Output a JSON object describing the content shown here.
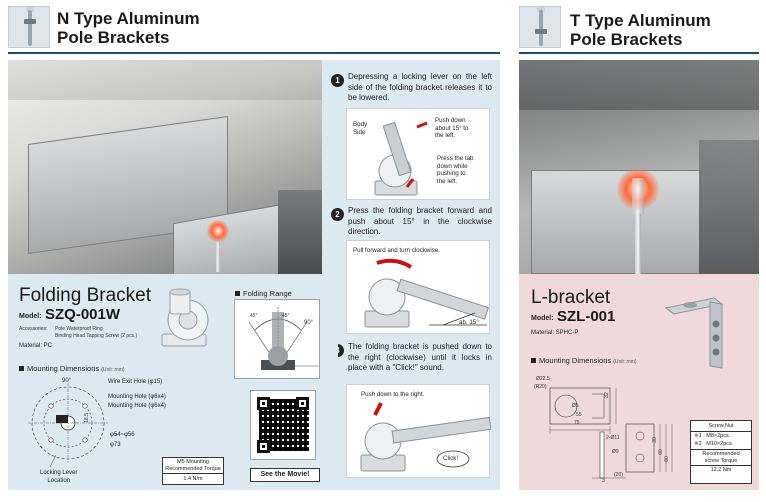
{
  "left_header": {
    "title_line1": "N Type Aluminum",
    "title_line2": "Pole Brackets"
  },
  "right_header": {
    "title_line1": "T Type Aluminum",
    "title_line2": "Pole Brackets"
  },
  "folding": {
    "title": "Folding Bracket",
    "model_label": "Model:",
    "model": "SZQ-001W",
    "accessories_label": "Accessories:",
    "accessories_line1": "Pole Waterproof Ring",
    "accessories_line2": "Binding Head Tapping Screw (2 pcs.)",
    "material": "Material: PC",
    "range_title": "Folding Range",
    "range_labels": [
      "45°",
      "45°",
      "90°"
    ],
    "dims_title": "Mounting Dimensions",
    "dims_unit": "(Unit: mm)",
    "dim_angle": "90°",
    "dim_wire": "Wire Exit Hole (φ15)",
    "dim_mount1": "Mounting Hole (φ6x4)",
    "dim_mount2": "Mounting Hole (φ6x4)",
    "dim_185": "18.5",
    "dim_d54": "φ54~φ56",
    "dim_d73": "φ73",
    "lever_line1": "Locking Lever",
    "lever_line2": "Location",
    "torque_header1": "M5 Mounting",
    "torque_header2": "Recommended Torque",
    "torque_value": "1.4 N/m",
    "movie_label": "See the Movie!"
  },
  "steps": [
    {
      "num": "1",
      "text": "Depressing a locking lever on the left side of the folding bracket releases it to be lowered."
    },
    {
      "num": "2",
      "text": "Press the folding bracket forward and push about 15° in the clockwise direction."
    },
    {
      "num": "3",
      "text": "The folding bracket is pushed down to the right (clockwise) until it locks in place with a \"Click!\" sound."
    }
  ],
  "step1_notes": {
    "body_side_line1": "Body",
    "body_side_line2": "Side",
    "push_line1": "Push down",
    "push_line2": "about 15° to",
    "push_line3": "the left.",
    "press_line1": "Press the tab",
    "press_line2": "down while",
    "press_line3": "pushing to",
    "press_line4": "the left."
  },
  "step2_notes": {
    "pull": "Pull forward and turn clockwise.",
    "angle": "ab. 15°"
  },
  "step3_notes": {
    "push": "Push down to the right.",
    "click": "Click!"
  },
  "lbracket": {
    "title": "L-bracket",
    "model_label": "Model:",
    "model": "SZL-001",
    "material": "Material: SPHC-P",
    "dims_title": "Mounting Dimensions",
    "dims_unit": "(Unit: mm)",
    "d225": "Ø22.5",
    "r20": "(R20)",
    "d5": "Ø5",
    "d55": "55",
    "d75": "75",
    "d32": "32",
    "d2_11": "2-Ø11",
    "d9": "Ø9",
    "d30": "30",
    "d60": "60",
    "d80": "80",
    "d20": "(20)",
    "d3": "3",
    "screw_header": "Screw,Nut",
    "screw_1": "※1 : M8×2pcs.",
    "screw_2": "※2 : M10×2pcs.",
    "torque_header1": "Recommended",
    "torque_header2": "screw Torque",
    "torque_value": "12.2 Nm"
  },
  "colors": {
    "panel_blue": "#dce9f1",
    "panel_pink": "#f0d9dd",
    "header_line": "#1a4a7a",
    "accent_red": "#c01616"
  }
}
